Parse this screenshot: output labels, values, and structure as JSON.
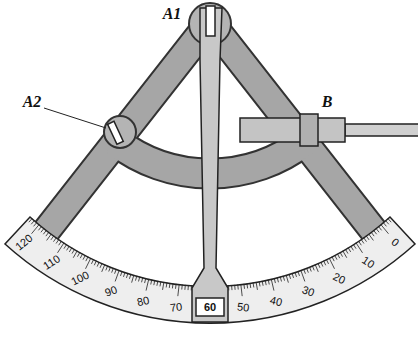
{
  "diagram": {
    "labels": [
      "A1",
      "A2",
      "B",
      "120",
      "110",
      "100",
      "90",
      "80",
      "70",
      "60",
      "50",
      "40",
      "30",
      "20",
      "10",
      "0"
    ]
  }
}
